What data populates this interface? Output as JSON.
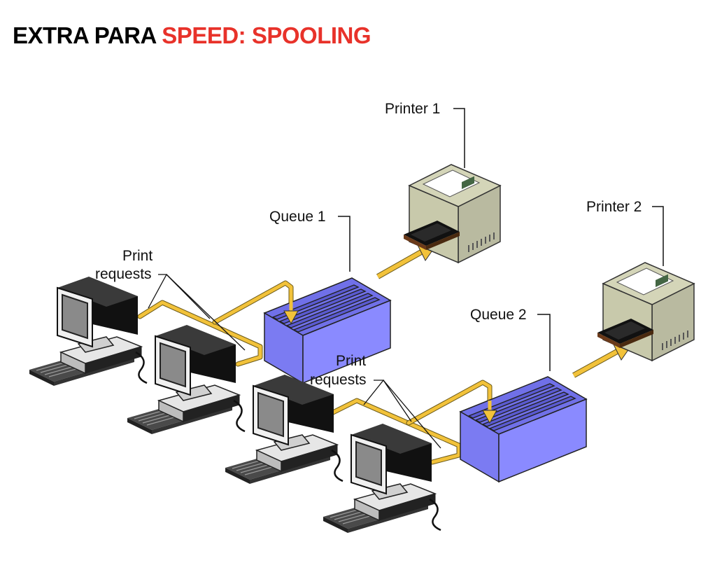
{
  "title": {
    "prefix": "EXTRA PARA ",
    "highlight": "SPEED: SPOOLING"
  },
  "labels": {
    "printer_1": "Printer 1",
    "printer_2": "Printer 2",
    "queue_1": "Queue 1",
    "queue_2": "Queue 2",
    "print_requests_1_line1": "Print",
    "print_requests_1_line2": "requests",
    "print_requests_2_line1": "Print",
    "print_requests_2_line2": "requests"
  },
  "colors": {
    "title_accent": "#e8322a",
    "cable": "#f2c23a",
    "queue": "#8080f0",
    "printer": "#c8c9a8"
  }
}
